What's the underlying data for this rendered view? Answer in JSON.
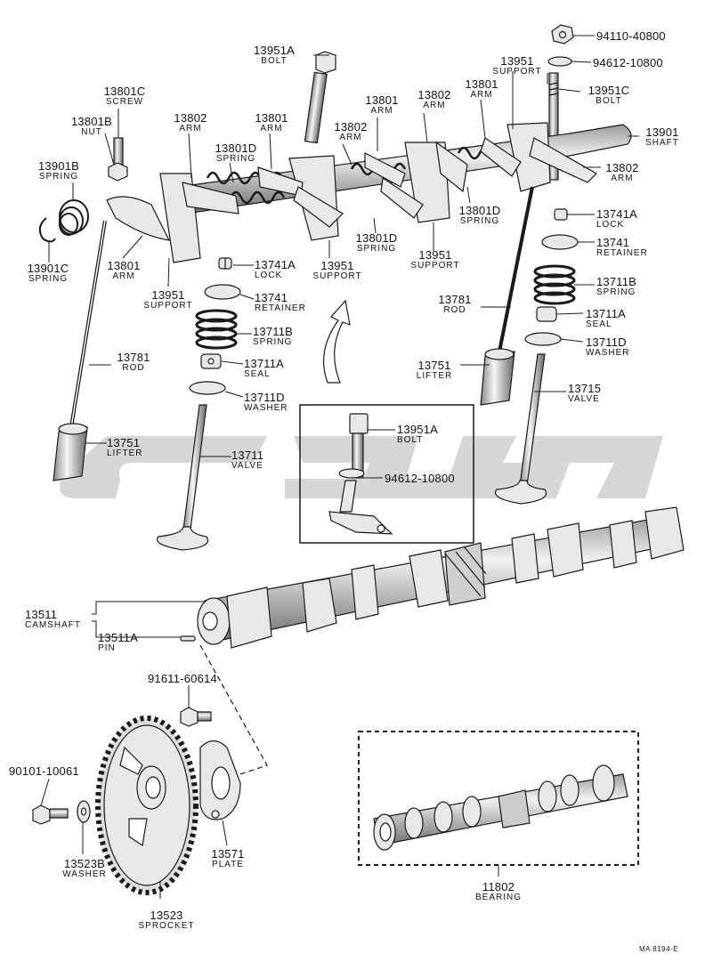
{
  "watermark": "ctfe",
  "footer_code": "MA 8194-E",
  "colors": {
    "ink": "#1a1a1a",
    "part_fill": "#e8e8e8",
    "part_shade": "#bdbdbd",
    "watermark": "#cfcfcf"
  },
  "labels": {
    "n94110": {
      "num": "94110-40800",
      "name": ""
    },
    "n94612_top": {
      "num": "94612-10800",
      "name": ""
    },
    "n13951a_top": {
      "num": "13951A",
      "name": "BOLT"
    },
    "n13951_tr": {
      "num": "13951",
      "name": "SUPPORT"
    },
    "n13951c": {
      "num": "13951C",
      "name": "BOLT"
    },
    "n13901": {
      "num": "13901",
      "name": "SHAFT"
    },
    "n13802_r": {
      "num": "13802",
      "name": "ARM"
    },
    "n13801c": {
      "num": "13801C",
      "name": "SCREW"
    },
    "n13801b": {
      "num": "13801B",
      "name": "NUT"
    },
    "n13901b": {
      "num": "13901B",
      "name": "SPRING"
    },
    "n13901c": {
      "num": "13901C",
      "name": "SPRING"
    },
    "n13802_l": {
      "num": "13802",
      "name": "ARM"
    },
    "n13801d_l": {
      "num": "13801D",
      "name": "SPRING"
    },
    "n13801_a": {
      "num": "13801",
      "name": "ARM"
    },
    "n13802_m": {
      "num": "13802",
      "name": "ARM"
    },
    "n13801_b": {
      "num": "13801",
      "name": "ARM"
    },
    "n13802_b": {
      "num": "13802",
      "name": "ARM"
    },
    "n13801_c": {
      "num": "13801",
      "name": "ARM"
    },
    "n13801d_r": {
      "num": "13801D",
      "name": "SPRING"
    },
    "n13801d_m": {
      "num": "13801D",
      "name": "SPRING"
    },
    "n13951_m": {
      "num": "13951",
      "name": "SUPPORT"
    },
    "n13951_r": {
      "num": "13951",
      "name": "SUPPORT"
    },
    "n13801_l": {
      "num": "13801",
      "name": "ARM"
    },
    "n13951_l": {
      "num": "13951",
      "name": "SUPPORT"
    },
    "n13741a_l": {
      "num": "13741A",
      "name": "LOCK"
    },
    "n13741_l": {
      "num": "13741",
      "name": "RETAINER"
    },
    "n13711b_l": {
      "num": "13711B",
      "name": "SPRING"
    },
    "n13711a_l": {
      "num": "13711A",
      "name": "SEAL"
    },
    "n13711d_l": {
      "num": "13711D",
      "name": "WASHER"
    },
    "n13781_l": {
      "num": "13781",
      "name": "ROD"
    },
    "n13751_l": {
      "num": "13751",
      "name": "LIFTER"
    },
    "n13711_l": {
      "num": "13711",
      "name": "VALVE"
    },
    "n13741a_r": {
      "num": "13741A",
      "name": "LOCK"
    },
    "n13741_r": {
      "num": "13741",
      "name": "RETAINER"
    },
    "n13711b_r": {
      "num": "13711B",
      "name": "SPRING"
    },
    "n13711a_r": {
      "num": "13711A",
      "name": "SEAL"
    },
    "n13711d_r": {
      "num": "13711D",
      "name": "WASHER"
    },
    "n13781_r": {
      "num": "13781",
      "name": "ROD"
    },
    "n13751_r": {
      "num": "13751",
      "name": "LIFTER"
    },
    "n13715": {
      "num": "13715",
      "name": "VALVE"
    },
    "n13951a_inset": {
      "num": "13951A",
      "name": "BOLT"
    },
    "n94612_inset": {
      "num": "94612-10800",
      "name": ""
    },
    "n13511": {
      "num": "13511",
      "name": "CAMSHAFT"
    },
    "n13511a": {
      "num": "13511A",
      "name": "PIN"
    },
    "n91611": {
      "num": "91611-60614",
      "name": ""
    },
    "n90101": {
      "num": "90101-10061",
      "name": ""
    },
    "n13523b": {
      "num": "13523B",
      "name": "WASHER"
    },
    "n13523": {
      "num": "13523",
      "name": "SPROCKET"
    },
    "n13571": {
      "num": "13571",
      "name": "PLATE"
    },
    "n11802": {
      "num": "11802",
      "name": "BEARING"
    }
  }
}
